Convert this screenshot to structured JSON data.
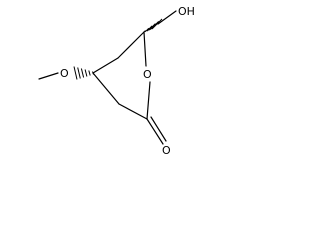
{
  "molecule": {
    "atoms": {
      "ring_oxygen": "O",
      "carbonyl_oxygen": "O",
      "hydroxyl": "OH",
      "methoxy_oxygen": "O"
    }
  }
}
